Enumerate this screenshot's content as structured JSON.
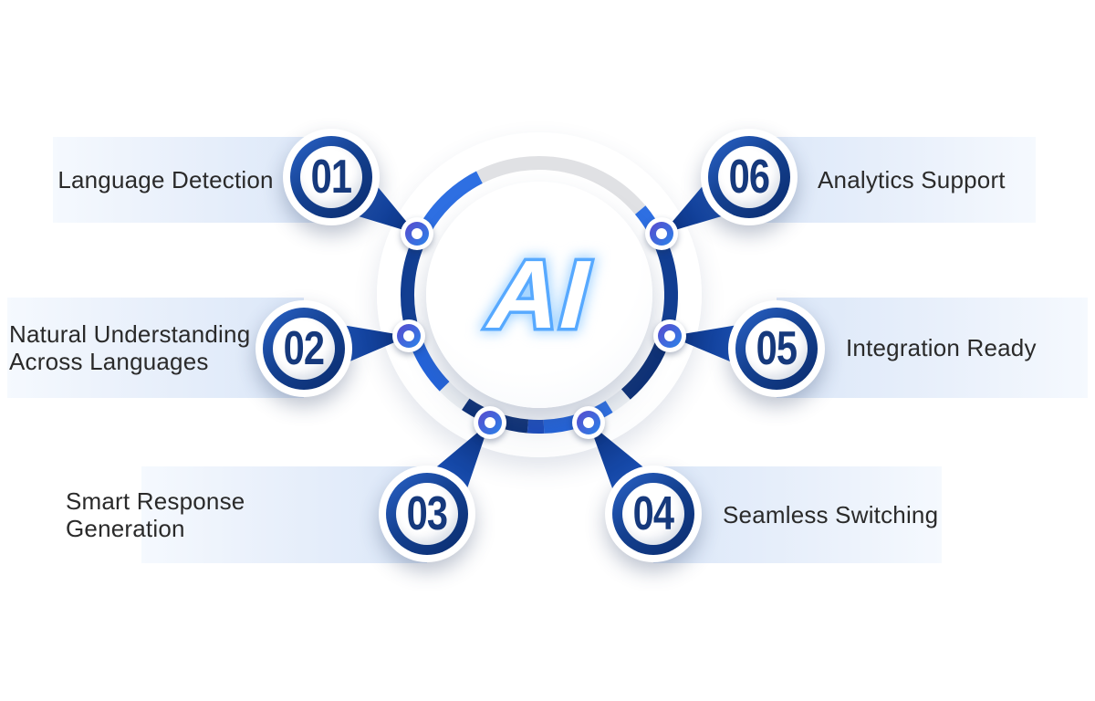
{
  "diagram": {
    "center_label": "AI",
    "items": [
      {
        "number": "01",
        "label": "Language Detection"
      },
      {
        "number": "02",
        "label": "Natural Understanding Across Languages"
      },
      {
        "number": "03",
        "label": "Smart Response Generation"
      },
      {
        "number": "04",
        "label": "Seamless Switching"
      },
      {
        "number": "05",
        "label": "Integration Ready"
      },
      {
        "number": "06",
        "label": "Analytics Support"
      }
    ],
    "colors": {
      "navy": "#0d3076",
      "royal": "#2363da",
      "bright_blue": "#2e6fe2",
      "mid_blue": "#1c4cbd",
      "dark_band": "#123e92",
      "ring_gray": "#e0e1e4",
      "gap_gray": "#eef1f4",
      "wedge_start": "#2264da",
      "wedge_end": "#0a2e78",
      "banner_blue": "#dbe7f8",
      "number_navy": "#16397c",
      "label_text": "#2a2a2a",
      "ai_outline": "#57a9ff"
    }
  }
}
